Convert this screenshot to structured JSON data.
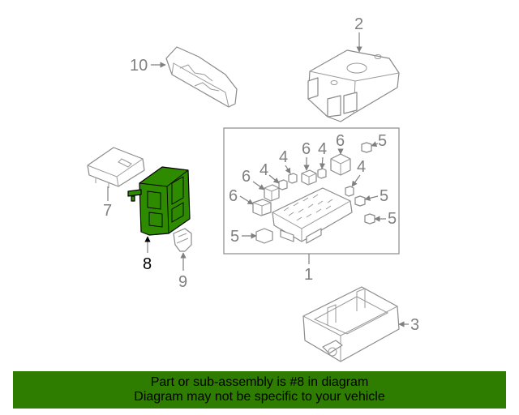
{
  "callouts": {
    "c1": "1",
    "c2": "2",
    "c3": "3",
    "c4": "4",
    "c5": "5",
    "c6": "6",
    "c7": "7",
    "c8": "8",
    "c9": "9",
    "c10": "10"
  },
  "highlight": {
    "part_number": "8",
    "color": "#2e7d00"
  },
  "banner": {
    "line1": "Part or sub-assembly is #8 in diagram",
    "line2": "Diagram may not be specific to your vehicle",
    "background": "#2e7d00"
  }
}
